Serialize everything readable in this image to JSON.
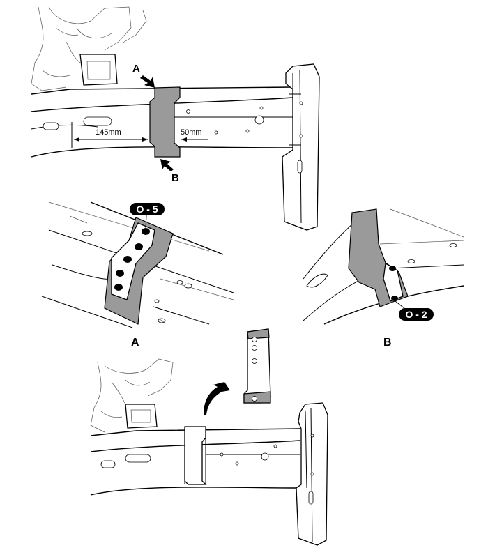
{
  "top_view": {
    "label_a": "A",
    "label_b": "B",
    "dim_left": "145mm",
    "dim_right": "50mm"
  },
  "detail_a": {
    "badge": "O - 5",
    "caption": "A"
  },
  "detail_b": {
    "badge": "O - 2",
    "caption": "B"
  }
}
